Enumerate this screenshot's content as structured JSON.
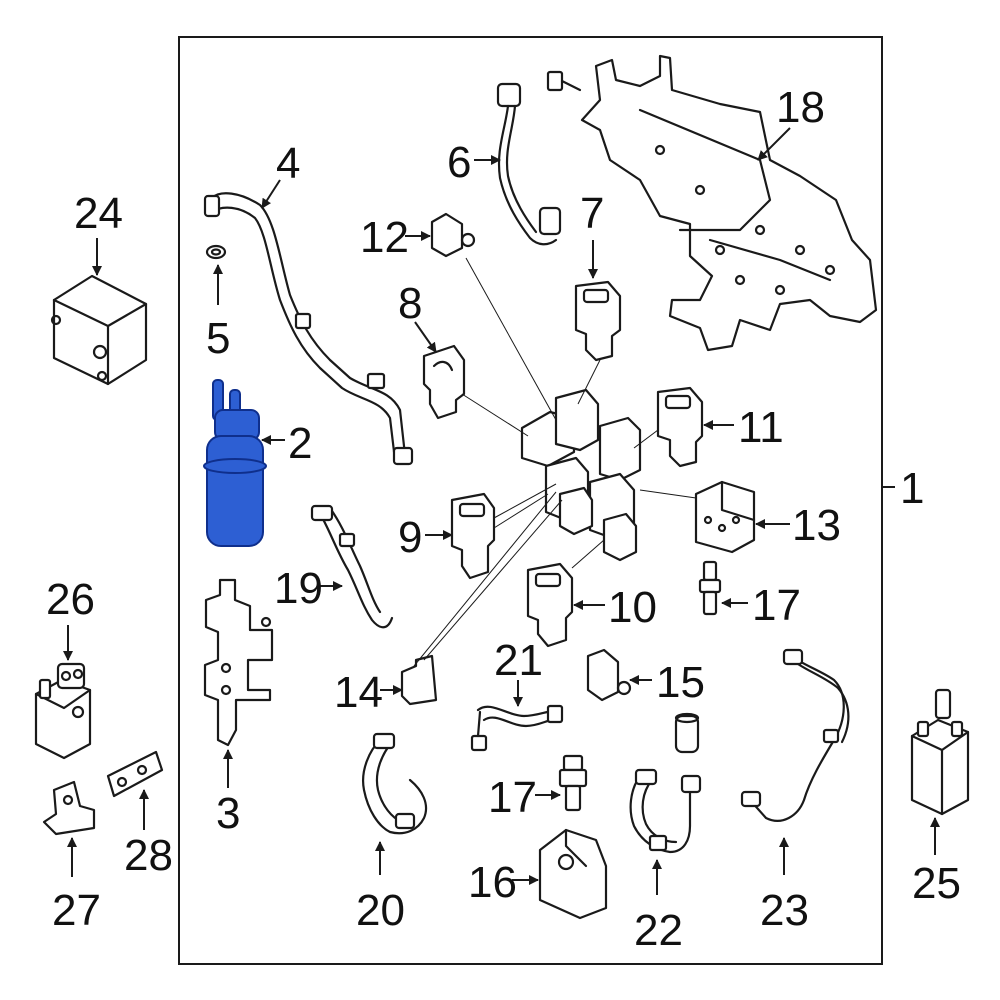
{
  "callouts": {
    "c1": "1",
    "c2": "2",
    "c3": "3",
    "c4": "4",
    "c5": "5",
    "c6": "6",
    "c7": "7",
    "c8": "8",
    "c9": "9",
    "c10": "10",
    "c11": "11",
    "c12": "12",
    "c13": "13",
    "c14": "14",
    "c15": "15",
    "c16": "16",
    "c17a": "17",
    "c17b": "17",
    "c18": "18",
    "c19": "19",
    "c20": "20",
    "c21": "21",
    "c22": "22",
    "c23": "23",
    "c24": "24",
    "c25": "25",
    "c26": "26",
    "c27": "27",
    "c28": "28"
  },
  "highlight": {
    "part": "2",
    "color": "#2d5fd3"
  }
}
